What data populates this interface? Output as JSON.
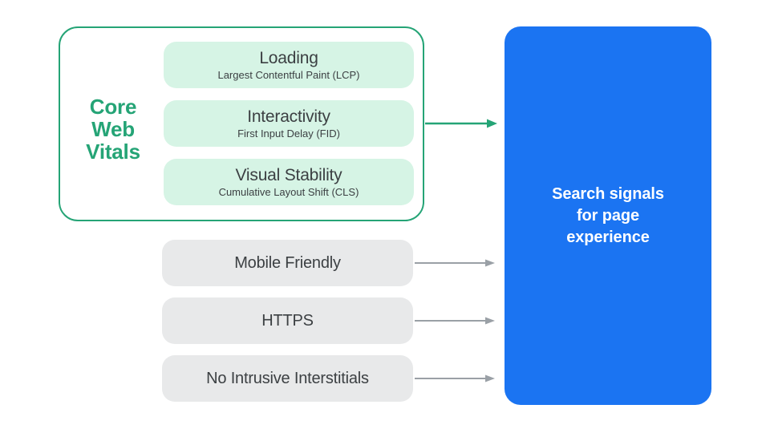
{
  "colors": {
    "background": "#FFFFFF",
    "green": "#25A476",
    "mint": "#D6F4E5",
    "blue": "#1B74F2",
    "gray": "#E8E9EA",
    "text_dark": "#3C4043",
    "arrow_gray": "#9AA0A6",
    "text_white": "#FFFFFF"
  },
  "core_web_vitals": {
    "label_lines": [
      "Core",
      "Web",
      "Vitals"
    ],
    "cards": [
      {
        "title": "Loading",
        "subtitle": "Largest Contentful Paint (LCP)"
      },
      {
        "title": "Interactivity",
        "subtitle": "First Input Delay (FID)"
      },
      {
        "title": "Visual Stability",
        "subtitle": "Cumulative Layout Shift (CLS)"
      }
    ]
  },
  "other_signals": [
    {
      "label": "Mobile Friendly"
    },
    {
      "label": "HTTPS"
    },
    {
      "label": "No Intrusive Interstitials"
    }
  ],
  "result": {
    "lines": [
      "Search signals",
      "for page",
      "experience"
    ]
  }
}
